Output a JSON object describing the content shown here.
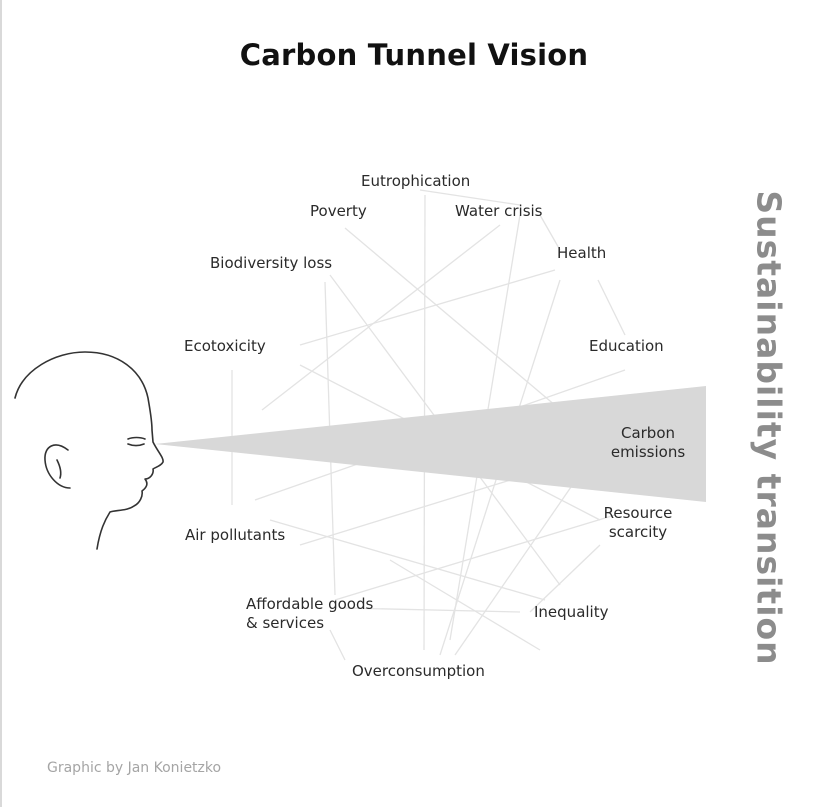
{
  "title": "Carbon Tunnel Vision",
  "side_label": "Sustainability transition",
  "credit": "Graphic by Jan Konietzko",
  "nodes": {
    "eutrophication": "Eutrophication",
    "poverty": "Poverty",
    "water_crisis": "Water crisis",
    "health": "Health",
    "biodiversity_loss": "Biodiversity loss",
    "ecotoxicity": "Ecotoxicity",
    "education": "Education",
    "carbon_emissions_1": "Carbon",
    "carbon_emissions_2": "emissions",
    "resource_scarcity_1": "Resource",
    "resource_scarcity_2": "scarcity",
    "air_pollutants": "Air pollutants",
    "affordable_goods_1": "Affordable goods",
    "affordable_goods_2": "& services",
    "inequality": "Inequality",
    "overconsumption": "Overconsumption"
  },
  "colors": {
    "cone_fill": "#d8d8d8",
    "link_line": "#e3e3e3",
    "side_label": "#8c8c8c"
  },
  "icons": [
    "head-profile-icon"
  ]
}
